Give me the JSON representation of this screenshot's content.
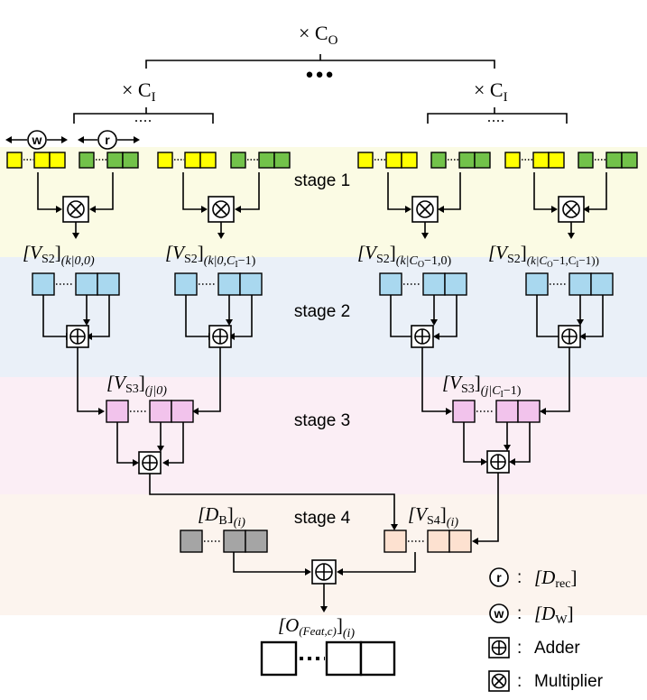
{
  "stages": {
    "stage1": "stage 1",
    "stage2": "stage 2",
    "stage3": "stage 3",
    "stage4": "stage 4"
  },
  "top": {
    "co_prefix": "× C",
    "co_sub": "O",
    "ci_prefix": "× C",
    "ci_sub": "I",
    "ellipsis": "●●●"
  },
  "range_labels": {
    "w": "w",
    "r": "r"
  },
  "labels": {
    "vs2_a": {
      "base": "[V",
      "sub": "S2",
      "close": "]",
      "idx": "(k|0,0)"
    },
    "vs2_b": {
      "base": "[V",
      "sub": "S2",
      "close": "]",
      "idx": "(k|0,C",
      "idx_sub": "I",
      "idx_end": "−1)"
    },
    "vs2_c": {
      "base": "[V",
      "sub": "S2",
      "close": "]",
      "idx": "(k|C",
      "idx_sub": "O",
      "idx_end": "−1,0)"
    },
    "vs2_d": {
      "base": "[V",
      "sub": "S2",
      "close": "]",
      "idx": "(k|C",
      "idx_sub": "O",
      "idx_mid": "−1,C",
      "idx_sub2": "I",
      "idx_end": "−1))"
    },
    "vs3_a": {
      "base": "[V",
      "sub": "S3",
      "close": "]",
      "idx": "(j|0)"
    },
    "vs3_b": {
      "base": "[V",
      "sub": "S3",
      "close": "]",
      "idx": "(j|C",
      "idx_sub": "I",
      "idx_end": "−1)"
    },
    "db": {
      "base": "[D",
      "sub": "B",
      "close": "]",
      "idx": "(i)"
    },
    "vs4": {
      "base": "[V",
      "sub": "S4",
      "close": "]",
      "idx": "(i)"
    },
    "out": {
      "base": "[O",
      "sub": "(Feat,c)",
      "close": "]",
      "idx": "(i)"
    }
  },
  "legend": [
    {
      "symbol": "r",
      "sep": ":",
      "text": "[D",
      "sub": "rec",
      "end": "]"
    },
    {
      "symbol": "w",
      "sep": ":",
      "text": "[D",
      "sub": "W",
      "end": "]"
    },
    {
      "symbol": "adder",
      "sep": ":",
      "text": "Adder"
    },
    {
      "symbol": "multiplier",
      "sep": ":",
      "text": "Multiplier"
    }
  ],
  "colors": {
    "stage1_bg": "#fbfbe4",
    "stage2_bg": "#eaf0f8",
    "stage3_bg": "#fbeef5",
    "stage4_bg": "#fcf4ee",
    "yellow": "#ffff00",
    "green": "#72c24a",
    "blue": "#a9d8ef",
    "pink": "#f2c3ec",
    "peach": "#fde1d0",
    "gray": "#a5a5a5"
  }
}
